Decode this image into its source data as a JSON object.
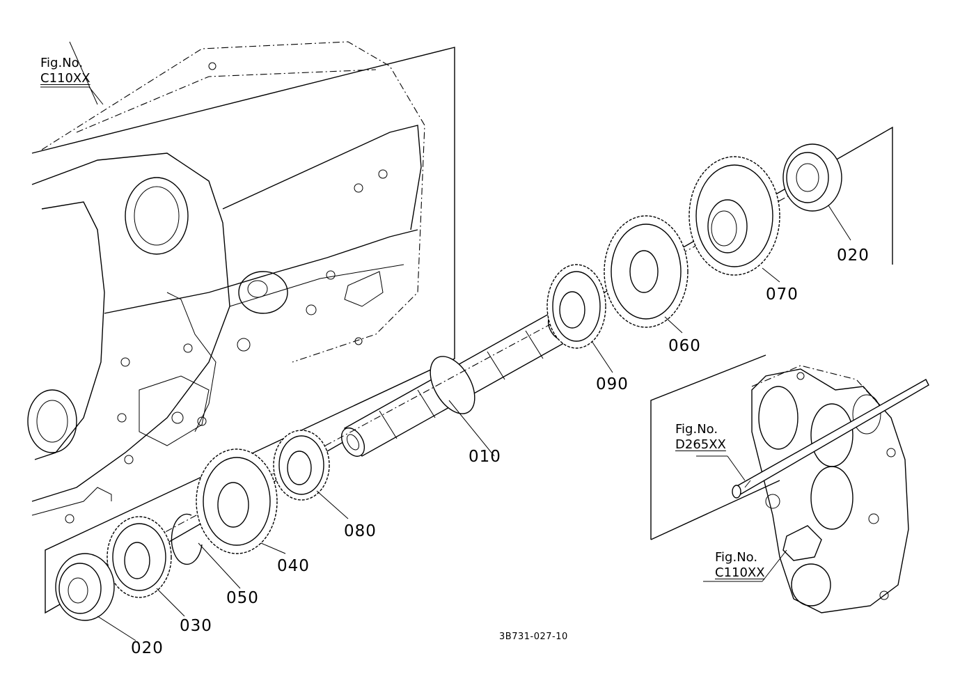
{
  "references": [
    {
      "id": "ref-top-left",
      "line1": "Fig.No.",
      "line2": "C110XX"
    },
    {
      "id": "ref-mid-right",
      "line1": "Fig.No.",
      "line2": "D265XX"
    },
    {
      "id": "ref-bottom-right",
      "line1": "Fig.No.",
      "line2": "C110XX"
    }
  ],
  "parts": [
    {
      "id": "010",
      "label": "010"
    },
    {
      "id": "020a",
      "label": "020"
    },
    {
      "id": "020b",
      "label": "020"
    },
    {
      "id": "030",
      "label": "030"
    },
    {
      "id": "040",
      "label": "040"
    },
    {
      "id": "050",
      "label": "050"
    },
    {
      "id": "060",
      "label": "060"
    },
    {
      "id": "070",
      "label": "070"
    },
    {
      "id": "080",
      "label": "080"
    },
    {
      "id": "090",
      "label": "090"
    }
  ],
  "drawing_number": "3B731-027-10"
}
